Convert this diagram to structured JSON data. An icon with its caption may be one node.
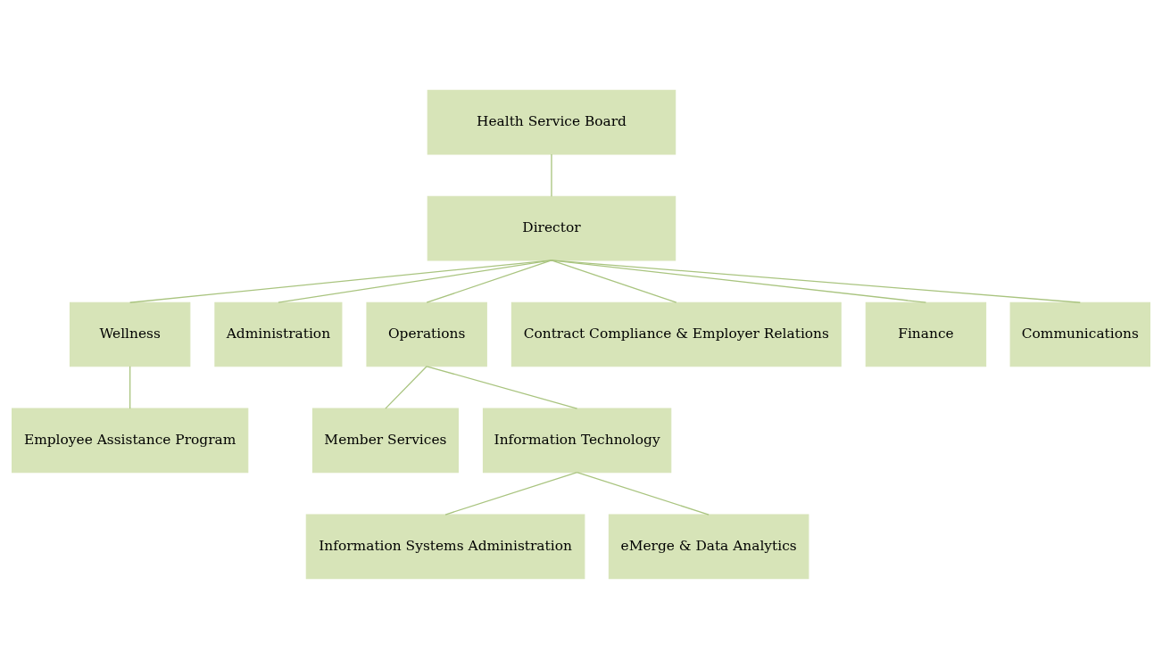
{
  "diagram": {
    "nodes": [
      {
        "text": [
          "Health Service Board"
        ]
      },
      {
        "text": [
          "Director"
        ]
      },
      {
        "text": [
          "Wellness"
        ]
      },
      {
        "text": [
          "Administration"
        ]
      },
      {
        "text": [
          "Operations"
        ]
      },
      {
        "text": [
          "Contract Compliance & Employer Relations"
        ]
      },
      {
        "text": [
          "Finance"
        ]
      },
      {
        "text": [
          "Communications"
        ]
      },
      {
        "text": [
          "Employee Assistance Program"
        ]
      },
      {
        "text": [
          "Member Services"
        ]
      },
      {
        "text": [
          "Information Technology"
        ]
      },
      {
        "text": [
          "Information Systems Administration"
        ]
      },
      {
        "text": [
          "eMerge & Data Analytics"
        ]
      }
    ],
    "edges": [
      {
        "from": 0,
        "to": 1,
        "arrow": "none"
      },
      {
        "from": 1,
        "to": 2,
        "arrow": "none"
      },
      {
        "from": 1,
        "to": 3,
        "arrow": "none"
      },
      {
        "from": 1,
        "to": 4,
        "arrow": "none"
      },
      {
        "from": 1,
        "to": 5,
        "arrow": "none"
      },
      {
        "from": 1,
        "to": 6,
        "arrow": "none"
      },
      {
        "from": 1,
        "to": 7,
        "arrow": "none"
      },
      {
        "from": 2,
        "to": 8,
        "arrow": "none"
      },
      {
        "from": 4,
        "to": 9,
        "arrow": "none"
      },
      {
        "from": 4,
        "to": 10,
        "arrow": "none"
      },
      {
        "from": 10,
        "to": 11,
        "arrow": "none"
      },
      {
        "from": 10,
        "to": 12,
        "arrow": "none"
      }
    ]
  }
}
